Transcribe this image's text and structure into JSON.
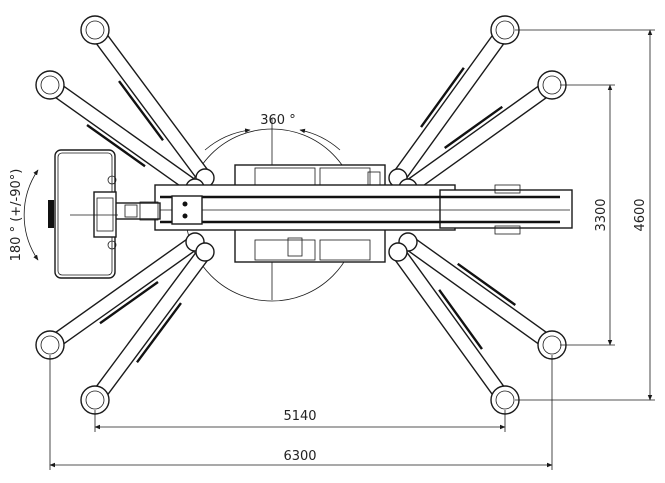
{
  "title": "Spider lift top view dimension drawing",
  "labels": {
    "rotation_turret": "360 °",
    "rotation_basket": "180 ° (+/-90°)",
    "inner_width": "5140",
    "outer_width": "6300",
    "inner_depth": "3300",
    "outer_depth": "4600"
  },
  "colors": {
    "line": "#1a1a1a",
    "background": "#ffffff"
  }
}
